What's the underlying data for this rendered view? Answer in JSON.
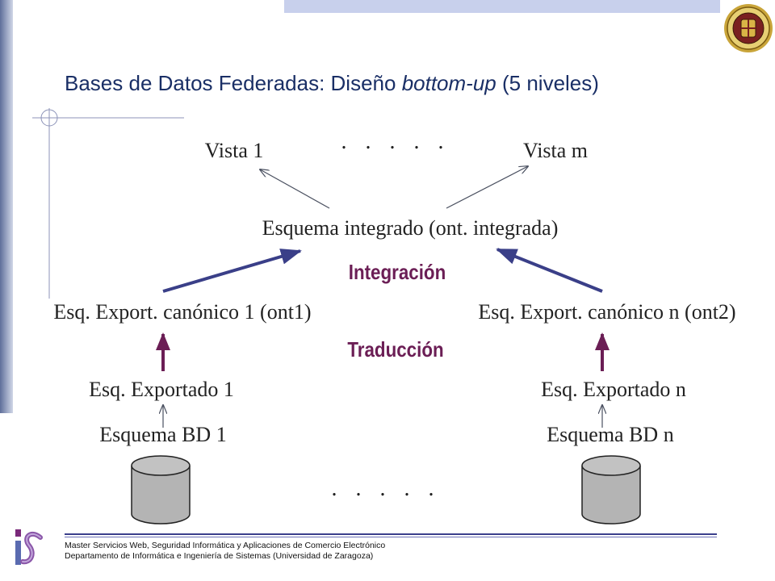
{
  "title": {
    "part1": "Bases de Datos Federadas: Diseño ",
    "part2_italic": "bottom-up",
    "part3": " (5 niveles)"
  },
  "diagram": {
    "vista_1": "Vista 1",
    "vista_m": "Vista m",
    "dots_top": ". . . . .",
    "integrated_schema": "Esquema integrado (ont. integrada)",
    "integration_label": "Integración",
    "canonical_1": "Esq. Export. canónico 1 (ont1)",
    "canonical_n": "Esq. Export. canónico n (ont2)",
    "translation_label": "Traducción",
    "exported_1": "Esq. Exportado 1",
    "exported_n": "Esq. Exportado n",
    "db_schema_1": "Esquema BD 1",
    "db_schema_n": "Esquema BD n",
    "dots_bottom": ". . . . ."
  },
  "footer": {
    "line1": "Master Servicios Web, Seguridad Informática y Aplicaciones de Comercio Electrónico",
    "line2": "Departamento de Informática e Ingeniería de Sistemas (Universidad de Zaragoza)"
  },
  "icons": {
    "seal": "university-seal-icon",
    "logo": "iis-logo-icon",
    "database": "database-cylinder-icon"
  },
  "colors": {
    "title": "#1a2f66",
    "process_label": "#6b1e55",
    "thick_arrow_blue": "#3a3f88",
    "thick_arrow_purple": "#6b1e55",
    "database_fill": "#b4b4b4"
  }
}
